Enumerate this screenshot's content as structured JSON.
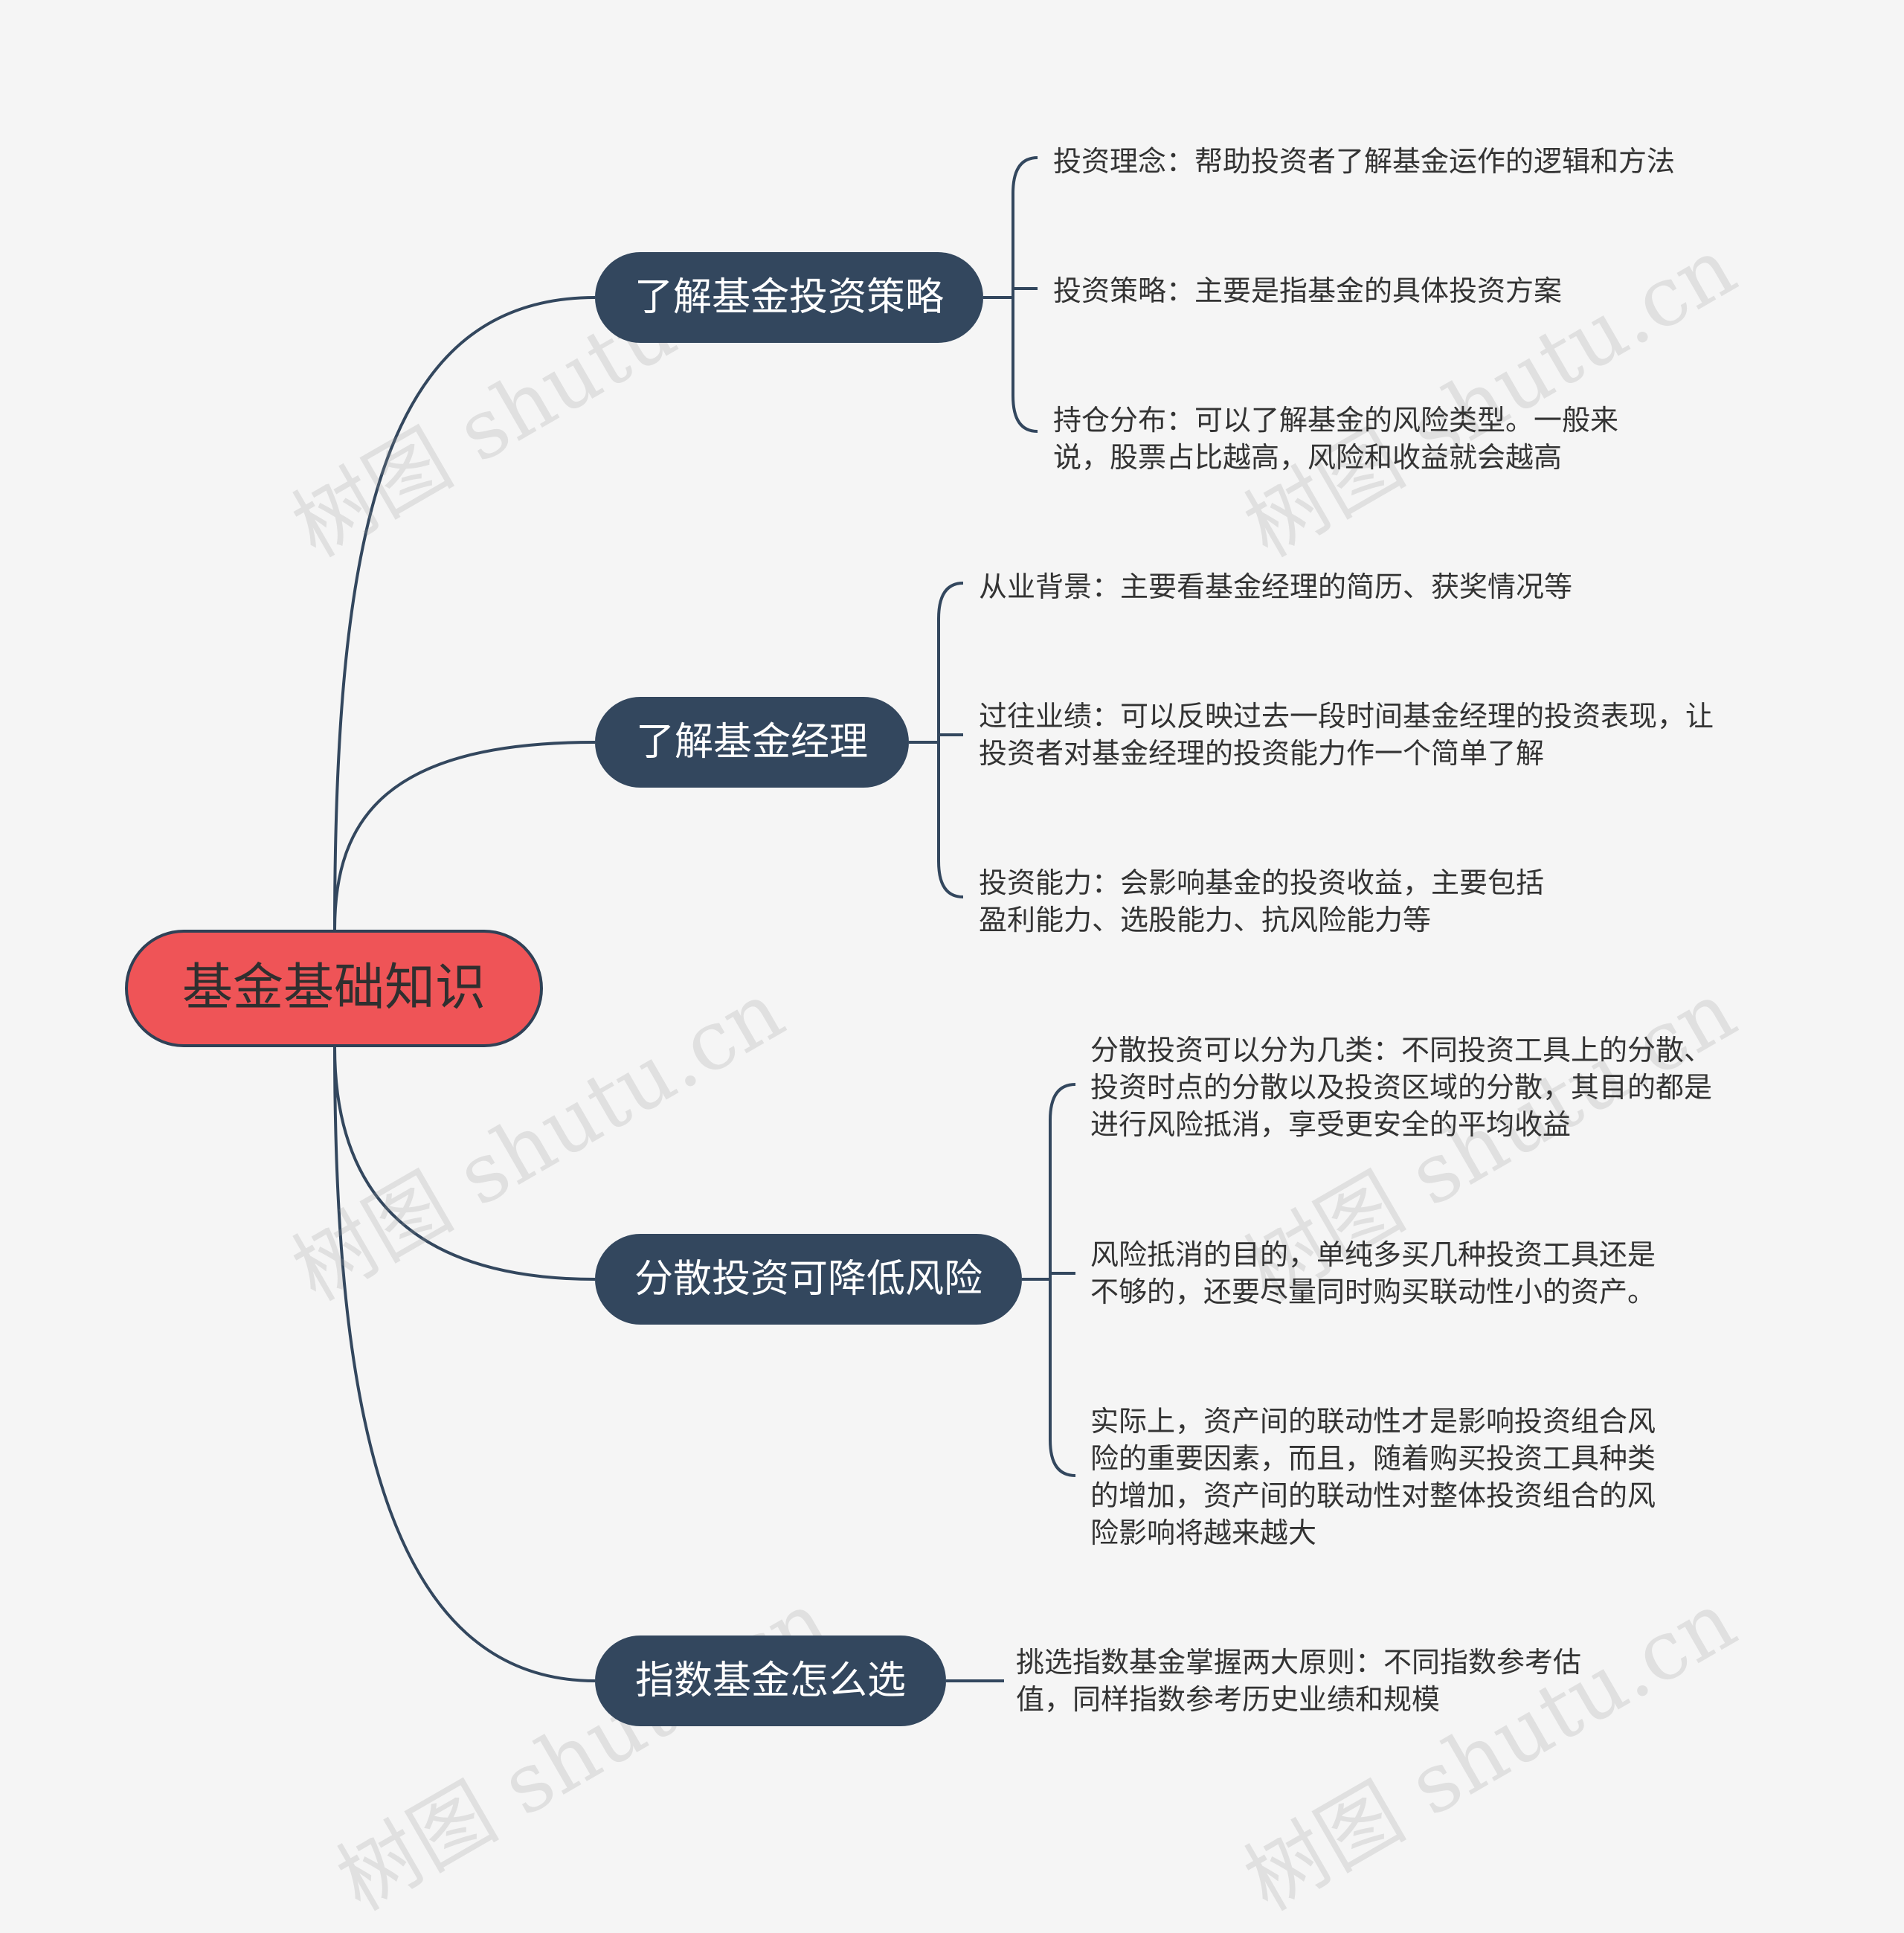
{
  "root": {
    "label": "基金基础知识"
  },
  "branches": [
    {
      "label": "了解基金投资策略",
      "leaves": [
        "投资理念：帮助投资者了解基金运作的逻辑和方法",
        "投资策略：主要是指基金的具体投资方案",
        "持仓分布：可以了解基金的风险类型。一般来\n说，股票占比越高，风险和收益就会越高"
      ]
    },
    {
      "label": "了解基金经理",
      "leaves": [
        "从业背景：主要看基金经理的简历、获奖情况等",
        "过往业绩：可以反映过去一段时间基金经理的投资表现，让\n投资者对基金经理的投资能力作一个简单了解",
        "投资能力：会影响基金的投资收益，主要包括\n盈利能力、选股能力、抗风险能力等"
      ]
    },
    {
      "label": "分散投资可降低风险",
      "leaves": [
        "分散投资可以分为几类：不同投资工具上的分散、\n投资时点的分散以及投资区域的分散，其目的都是\n进行风险抵消，享受更安全的平均收益",
        "风险抵消的目的，单纯多买几种投资工具还是\n不够的，还要尽量同时购买联动性小的资产。",
        "实际上，资产间的联动性才是影响投资组合风\n险的重要因素，而且，随着购买投资工具种类\n的增加，资产间的联动性对整体投资组合的风\n险影响将越来越大"
      ]
    },
    {
      "label": "指数基金怎么选",
      "leaves": [
        "挑选指数基金掌握两大原则：不同指数参考估\n值，同样指数参考历史业绩和规模"
      ]
    }
  ],
  "watermark": "树图 shutu.cn",
  "colors": {
    "root_fill": "#ef5457",
    "branch_fill": "#33475e",
    "line": "#33475e",
    "background": "#f5f5f5"
  }
}
